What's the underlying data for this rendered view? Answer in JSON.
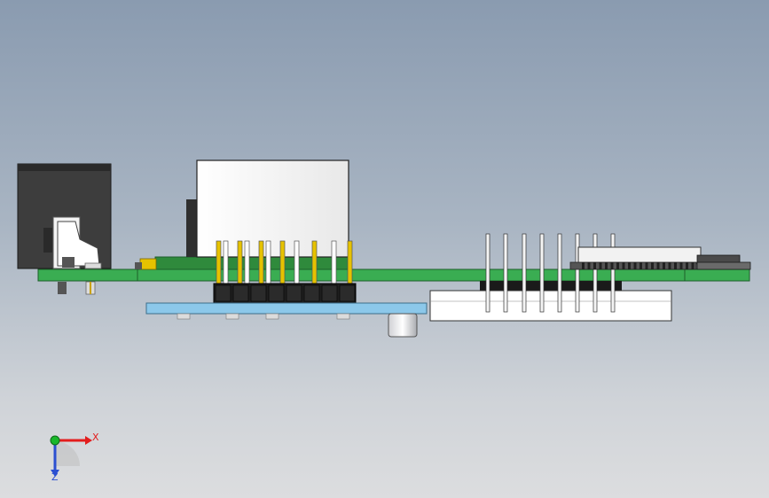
{
  "viewport": {
    "background_top": "#8a9bb0",
    "background_bottom": "#dcdddf"
  },
  "colors": {
    "pcb_green": "#3aad52",
    "pcb_dark_green": "#2f8a3c",
    "daughterboard_blue": "#8cc8ea",
    "connector_white": "#ffffff",
    "connector_black": "#1a1a1a",
    "jack_dark": "#3c3c3c",
    "pin_gold": "#e6c200",
    "axis_x": "#e31d1d",
    "axis_y": "#19b72b",
    "axis_z": "#2b4fd1"
  },
  "triad": {
    "x_label": "X",
    "z_label": "Z"
  },
  "components": [
    "dc-jack",
    "main-pcb",
    "rj45-connector",
    "pin-header",
    "daughterboard",
    "ic-socket",
    "crystal-can",
    "ribbon-connector",
    "smd-chip"
  ]
}
